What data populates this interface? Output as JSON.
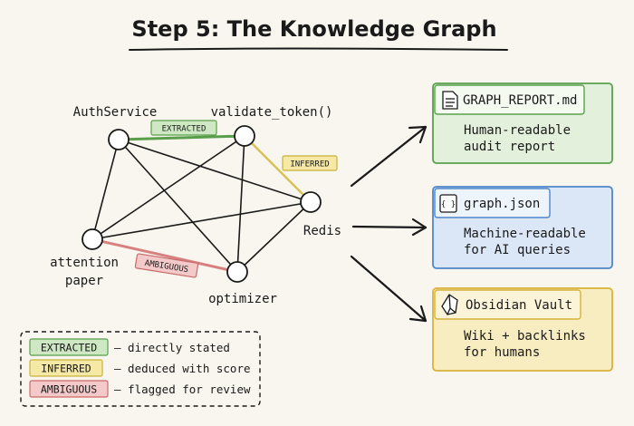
{
  "title": "Step 5: The Knowledge Graph",
  "colors": {
    "background": "#f8f6ee",
    "ink": "#1a1a1a",
    "extracted_fill": "#cde8c3",
    "extracted_stroke": "#5a9e4c",
    "inferred_fill": "#f5e9a5",
    "inferred_stroke": "#c9b23a",
    "ambiguous_fill": "#f4c9c9",
    "ambiguous_stroke": "#c96a6a",
    "green_card_fill": "#e3f1dc",
    "green_card_stroke": "#5aa04e",
    "blue_card_fill": "#dbe7f6",
    "blue_card_stroke": "#4f86c9",
    "yellow_card_fill": "#f8edc1",
    "yellow_card_stroke": "#d8b23a"
  },
  "graph": {
    "nodes": {
      "authservice": "AuthService",
      "validate_token": "validate_token()",
      "redis": "Redis",
      "attention_line1": "attention",
      "attention_line2": "paper",
      "optimizer": "optimizer"
    },
    "edge_tags": {
      "extracted": "EXTRACTED",
      "inferred": "INFERRED",
      "ambiguous": "AMBIGUOUS"
    }
  },
  "outputs": [
    {
      "title": "GRAPH_REPORT.md",
      "icon": "document-icon",
      "line1": "Human-readable",
      "line2": "audit report"
    },
    {
      "title": "graph.json",
      "icon": "json-braces-icon",
      "icon_glyph": "{ }",
      "line1": "Machine-readable",
      "line2": "for AI queries"
    },
    {
      "title": "Obsidian Vault",
      "icon": "obsidian-gem-icon",
      "line1": "Wiki + backlinks",
      "line2": "for humans"
    }
  ],
  "legend": [
    {
      "tag": "EXTRACTED",
      "desc": "— directly stated"
    },
    {
      "tag": "INFERRED",
      "desc": "— deduced with score"
    },
    {
      "tag": "AMBIGUOUS",
      "desc": "— flagged for review"
    }
  ]
}
